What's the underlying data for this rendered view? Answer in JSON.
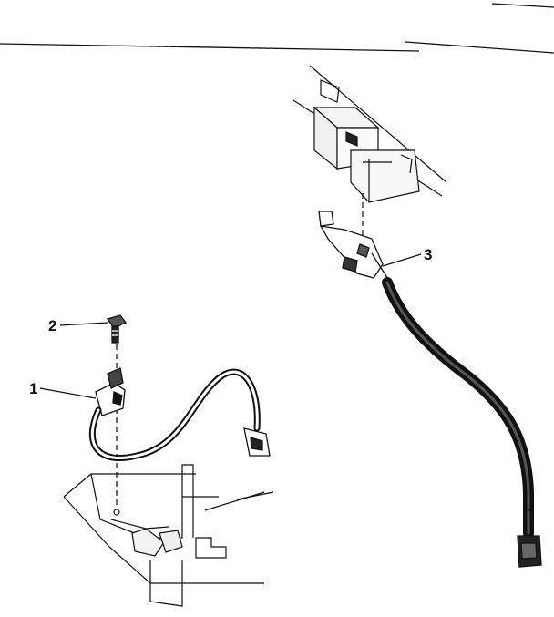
{
  "diagram": {
    "ink_color": "#111111",
    "background": "#ffffff",
    "callouts": [
      {
        "id": "1",
        "label": "1",
        "part": "ground-wire-clip"
      },
      {
        "id": "2",
        "label": "2",
        "part": "screw"
      },
      {
        "id": "3",
        "label": "3",
        "part": "wire-harness-connector"
      }
    ]
  }
}
